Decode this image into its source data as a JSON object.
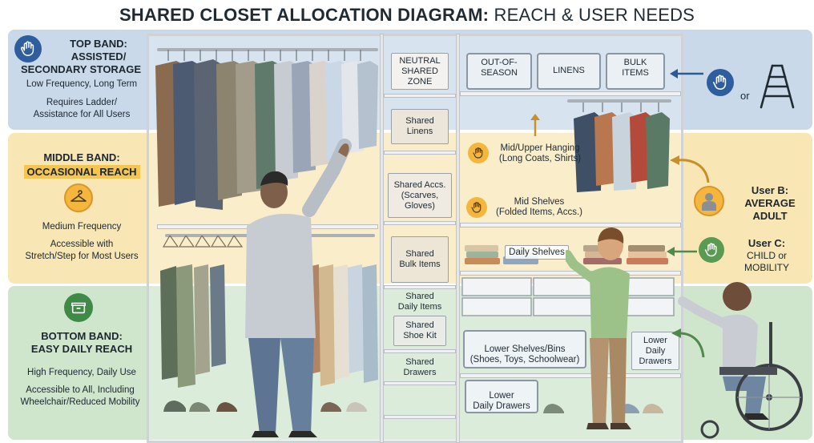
{
  "title": {
    "bold": "SHARED CLOSET ALLOCATION DIAGRAM:",
    "rest": " REACH & USER NEEDS"
  },
  "bands": {
    "top": {
      "heading_1": "TOP BAND:",
      "heading_2": "ASSISTED/",
      "heading_3": "SECONDARY STORAGE",
      "frequency": "Low Frequency, Long Term",
      "access_1": "Requires Ladder/",
      "access_2": "Assistance for All Users",
      "icon": "hand-reach-icon"
    },
    "middle": {
      "heading_1": "MIDDLE BAND:",
      "heading_2": "OCCASIONAL REACH",
      "frequency": "Medium Frequency",
      "access_1": "Accessible with",
      "access_2": "Stretch/Step for Most Users",
      "icon": "hanger-icon"
    },
    "bottom": {
      "heading_1": "BOTTOM BAND:",
      "heading_2": "EASY DAILY REACH",
      "frequency": "High Frequency, Daily Use",
      "access_1": "Accessible to All, Including",
      "access_2": "Wheelchair/Reduced Mobility",
      "icon": "storage-box-icon"
    }
  },
  "shared_zone": {
    "header_1": "NEUTRAL",
    "header_2": "SHARED",
    "header_3": "ZONE",
    "linens_1": "Shared",
    "linens_2": "Linens",
    "accs_1": "Shared Accs.",
    "accs_2": "(Scarves,",
    "accs_3": "Gloves)",
    "bulk_1": "Shared",
    "bulk_2": "Bulk Items",
    "daily_1": "Shared",
    "daily_2": "Daily Items",
    "shoe_1": "Shared",
    "shoe_2": "Shoe Kit",
    "drawers_1": "Shared",
    "drawers_2": "Drawers"
  },
  "right_section": {
    "bin_offseason_1": "OUT-OF-",
    "bin_offseason_2": "SEASON",
    "bin_linens": "LINENS",
    "bin_bulk_1": "BULK",
    "bin_bulk_2": "ITEMS",
    "mid_upper_1": "Mid/Upper Hanging",
    "mid_upper_2": "(Long Coats, Shirts)",
    "mid_shelves_1": "Mid Shelves",
    "mid_shelves_2": "(Folded Items, Accs.)",
    "daily_shelves": "Daily Shelves",
    "lower_shelves_1": "Lower Shelves/Bins",
    "lower_shelves_2": "(Shoes, Toys, Schoolwear)",
    "lower_drawers_1": "Lower",
    "lower_drawers_2": "Daily Drawers",
    "lower_daily_1": "Lower",
    "lower_daily_2": "Daily",
    "lower_daily_3": "Drawers"
  },
  "users": {
    "or_text": "or",
    "user_b_1": "User B:",
    "user_b_2": "AVERAGE",
    "user_b_3": "ADULT",
    "user_c_1": "User C:",
    "user_c_2": "CHILD or",
    "user_c_3": "MOBILITY"
  },
  "colors": {
    "band_top": "#c9d9ea",
    "band_middle": "#f8e7b5",
    "band_bottom": "#cfe5cc",
    "highlight": "#f5c64f",
    "arrow_top": "#2b5a95",
    "arrow_mid": "#c8902a",
    "arrow_bottom": "#4f8a4a"
  }
}
